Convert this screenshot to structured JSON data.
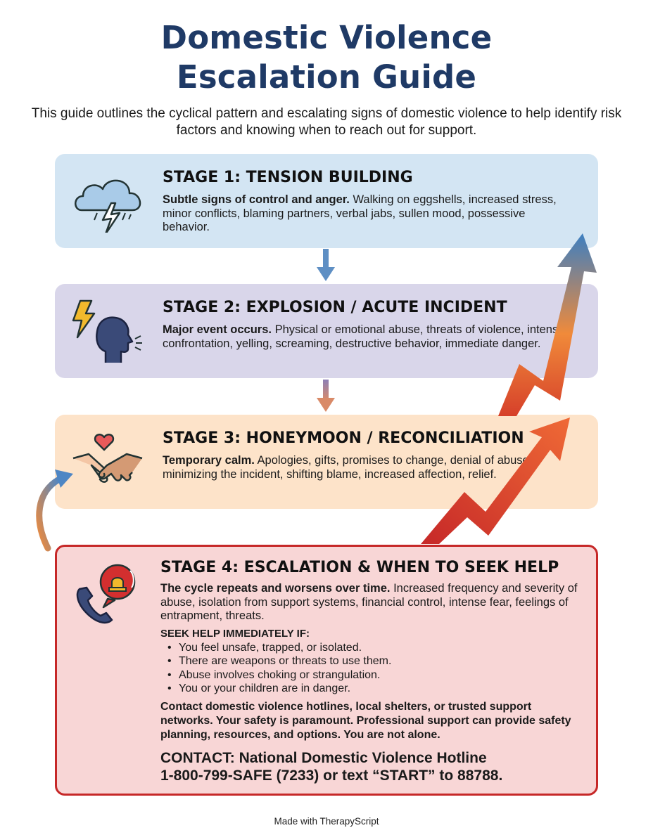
{
  "header": {
    "title_line1": "Domestic Violence",
    "title_line2": "Escalation Guide",
    "subtitle": "This guide outlines the cyclical pattern and escalating signs of domestic violence to help identify risk factors and knowing when to reach out for support."
  },
  "stages": [
    {
      "title": "STAGE 1: TENSION BUILDING",
      "lead": "Subtle signs of control and anger.",
      "text": " Walking on eggshells, increased stress, minor conflicts, blaming partners, verbal jabs, sullen mood, possessive behavior.",
      "icon": "storm-cloud-icon",
      "color": "#d3e5f3"
    },
    {
      "title": "STAGE 2: EXPLOSION / ACUTE INCIDENT",
      "lead": "Major event occurs.",
      "text": " Physical or emotional abuse, threats of violence, intense confrontation, yelling, screaming, destructive behavior, immediate danger.",
      "icon": "lightning-shouting-head-icon",
      "color": "#d9d6ea"
    },
    {
      "title": "STAGE 3: HONEYMOON / RECONCILIATION",
      "lead": "Temporary calm.",
      "text": " Apologies, gifts, promises to change, denial of abuse, minimizing the incident, shifting blame, increased affection, relief.",
      "icon": "handshake-heart-icon",
      "color": "#fde3c9"
    },
    {
      "title": "STAGE 4: ESCALATION & WHEN TO SEEK HELP",
      "lead": "The cycle repeats and worsens over time.",
      "text": " Increased frequency and severity of abuse, isolation from support systems, financial control, intense fear, feelings of entrapment, threats.",
      "icon": "phone-alarm-icon",
      "color": "#f8d6d6"
    }
  ],
  "seek_help": {
    "heading": "SEEK HELP IMMEDIATELY IF:",
    "items": [
      "You feel unsafe, trapped, or isolated.",
      "There are weapons or threats to use them.",
      "Abuse involves choking or strangulation.",
      "You or your children are in danger."
    ]
  },
  "contact_paragraph": "Contact domestic violence hotlines, local shelters, or trusted support networks. Your safety is paramount. Professional support can provide safety planning, resources, and options. You are not alone.",
  "contact_line1": "CONTACT: National Domestic Violence Hotline",
  "contact_line2": "1-800-799-SAFE (7233) or text “START” to 88788.",
  "footer": "Made with TherapyScript",
  "colors": {
    "title": "#1f3a66",
    "alert_red": "#c62828",
    "arrow_blue": "#3d7fc1",
    "arrow_orange": "#f08a3a"
  }
}
